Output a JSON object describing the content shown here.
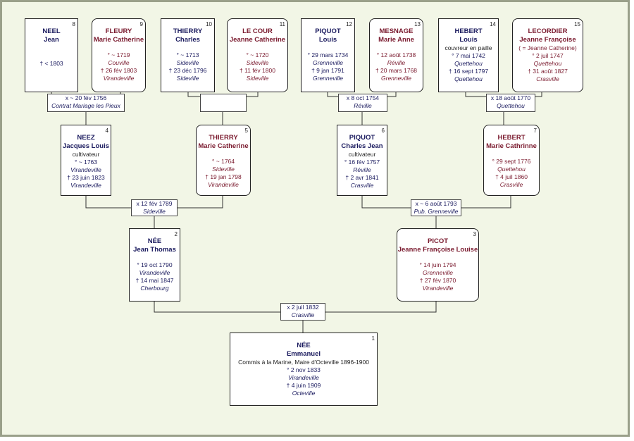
{
  "persons": {
    "p1": {
      "num": "1",
      "surname": "NÉE",
      "given": "Emmanuel",
      "occupation": "Commis à la Marine, Maire d'Octeville 1896-1900",
      "birth": "° 2 nov 1833",
      "birth_place": "Virandeville",
      "death": "† 4 juin 1909",
      "death_place": "Octeville"
    },
    "p2": {
      "num": "2",
      "surname": "NÉE",
      "given": "Jean Thomas",
      "birth": "° 19 oct 1790",
      "birth_place": "Virandeville",
      "death": "† 14 mai 1847",
      "death_place": "Cherbourg"
    },
    "p3": {
      "num": "3",
      "surname": "PICOT",
      "given": "Jeanne Françoise Louise",
      "birth": "° 14 juin 1794",
      "birth_place": "Grenneville",
      "death": "† 27 fév 1870",
      "death_place": "Virandeville"
    },
    "p4": {
      "num": "4",
      "surname": "NEEZ",
      "given": "Jacques Louis",
      "occupation": "cultivateur",
      "birth": "° ~ 1763",
      "birth_place": "Virandeville",
      "death": "† 23 juin 1823",
      "death_place": "Virandeville"
    },
    "p5": {
      "num": "5",
      "surname": "THIERRY",
      "given": "Marie Catherine",
      "birth": "° ~ 1764",
      "birth_place": "Sideville",
      "death": "† 19 jan 1798",
      "death_place": "Virandeville"
    },
    "p6": {
      "num": "6",
      "surname": "PIQUOT",
      "given": "Charles Jean",
      "occupation": "cultivateur",
      "birth": "° 16 fév 1757",
      "birth_place": "Réville",
      "death": "† 2 avr 1841",
      "death_place": "Crasville"
    },
    "p7": {
      "num": "7",
      "surname": "HEBERT",
      "given": "Marie Cathrinne",
      "birth": "° 29 sept 1776",
      "birth_place": "Quettehou",
      "death": "† 4 juil 1860",
      "death_place": "Crasville"
    },
    "p8": {
      "num": "8",
      "surname": "NEEL",
      "given": "Jean",
      "death": "† < 1803"
    },
    "p9": {
      "num": "9",
      "surname": "FLEURY",
      "given": "Marie Catherine",
      "birth": "° ~ 1719",
      "birth_place": "Couville",
      "death": "† 26 fév 1803",
      "death_place": "Virandeville"
    },
    "p10": {
      "num": "10",
      "surname": "THIERRY",
      "given": "Charles",
      "birth": "° ~ 1713",
      "birth_place": "Sideville",
      "death": "† 23 déc 1796",
      "death_place": "Sideville"
    },
    "p11": {
      "num": "11",
      "surname": "LE COUR",
      "given": "Jeanne Catherine",
      "birth": "° ~ 1720",
      "birth_place": "Sideville",
      "death": "† 11 fév 1800",
      "death_place": "Sideville"
    },
    "p12": {
      "num": "12",
      "surname": "PIQUOT",
      "given": "Louis",
      "birth": "° 29 mars 1734",
      "birth_place": "Grenneville",
      "death": "† 9 jan 1791",
      "death_place": "Grenneville"
    },
    "p13": {
      "num": "13",
      "surname": "MESNAGE",
      "given": "Marie Anne",
      "birth": "° 12 août 1738",
      "birth_place": "Réville",
      "death": "† 20 mars 1768",
      "death_place": "Grenneville"
    },
    "p14": {
      "num": "14",
      "surname": "HEBERT",
      "given": "Louis",
      "occupation": "couvreur en paille",
      "birth": "° 7 mai 1742",
      "birth_place": "Quettehou",
      "death": "† 16 sept 1797",
      "death_place": "Quettehou"
    },
    "p15": {
      "num": "15",
      "surname": "LECORDIER",
      "given": "Jeanne Françoise",
      "given2": "( = Jeanne Catherine)",
      "birth": "° 2 juil 1747",
      "birth_place": "Quettehou",
      "death": "† 31 août 1827",
      "death_place": "Crasville"
    }
  },
  "marriages": {
    "m1": {
      "date": "x 2 juil 1832",
      "place": "Crasville"
    },
    "m2": {
      "date": "x 12 fév 1789",
      "place": "Sideville"
    },
    "m3": {
      "date": "x ~ 6 août 1793",
      "place": "Pub. Grenneville"
    },
    "m4": {
      "date": "x ~ 20 fév 1756",
      "place": "Contrat Mariage les Pieux"
    },
    "m5": {
      "date": "",
      "place": ""
    },
    "m6": {
      "date": "x 8 oct 1754",
      "place": "Réville"
    },
    "m7": {
      "date": "x 18 août 1770",
      "place": "Quettehou"
    }
  },
  "colors": {
    "male_text": "#1a1a5e",
    "female_text": "#7a1a2e",
    "background": "#f2f6e6",
    "border": "#9aa08a"
  }
}
